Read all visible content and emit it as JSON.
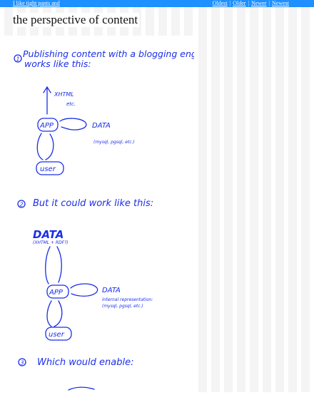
{
  "header": {
    "site_link": "I like tight pants and",
    "nav": {
      "oldest": "Oldest",
      "older": "Older",
      "newer": "Newer",
      "newest": "Newest",
      "separator": "|"
    }
  },
  "post": {
    "title": "the perspective of content",
    "sketch": {
      "section1_num": "1",
      "section1_line1": "Publishing content with a blogging engine",
      "section1_line2": "works like this:",
      "xhtml_label": "XHTML",
      "etc_label": "etc.",
      "app_label": "APP",
      "data_label": "DATA",
      "db_note1": "(mysql, pgsql, etc.)",
      "user_label": "user",
      "section2_num": "2",
      "section2_text": "But it could work like this:",
      "data2_label": "DATA",
      "data2_sub": "(XHTML + RDF?)",
      "app2_label": "APP",
      "data3_label": "DATA",
      "internal_note": "internal representation:",
      "db_note2": "(mysql, pgsql, etc.)",
      "user2_label": "user",
      "section3_num": "3",
      "section3_text": "Which would enable:"
    }
  },
  "colors": {
    "accent_bar": "#1e90ff",
    "ink": "#1a2ee8"
  }
}
